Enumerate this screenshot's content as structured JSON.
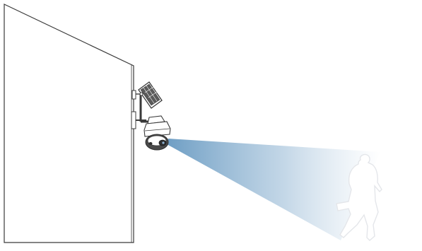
{
  "scene": {
    "elements": [
      "wall",
      "solar-panel",
      "mounting-bracket",
      "ptz-security-camera",
      "detection-beam",
      "walking-person-silhouette"
    ]
  },
  "colors": {
    "line": "#3a3a3a",
    "beam_start": "#6e9ec4",
    "beam_end": "#ffffff",
    "silhouette_fill": "#ffffff",
    "silhouette_stroke": "#e4e6ea",
    "camera_body": "#ffffff",
    "camera_dark": "#4a4a4a",
    "panel_cells": "#5a5a5a"
  },
  "icons": {
    "wall": "wall-icon",
    "solar_panel": "solar-panel-icon",
    "camera": "security-camera-icon",
    "person": "walking-person-icon"
  }
}
